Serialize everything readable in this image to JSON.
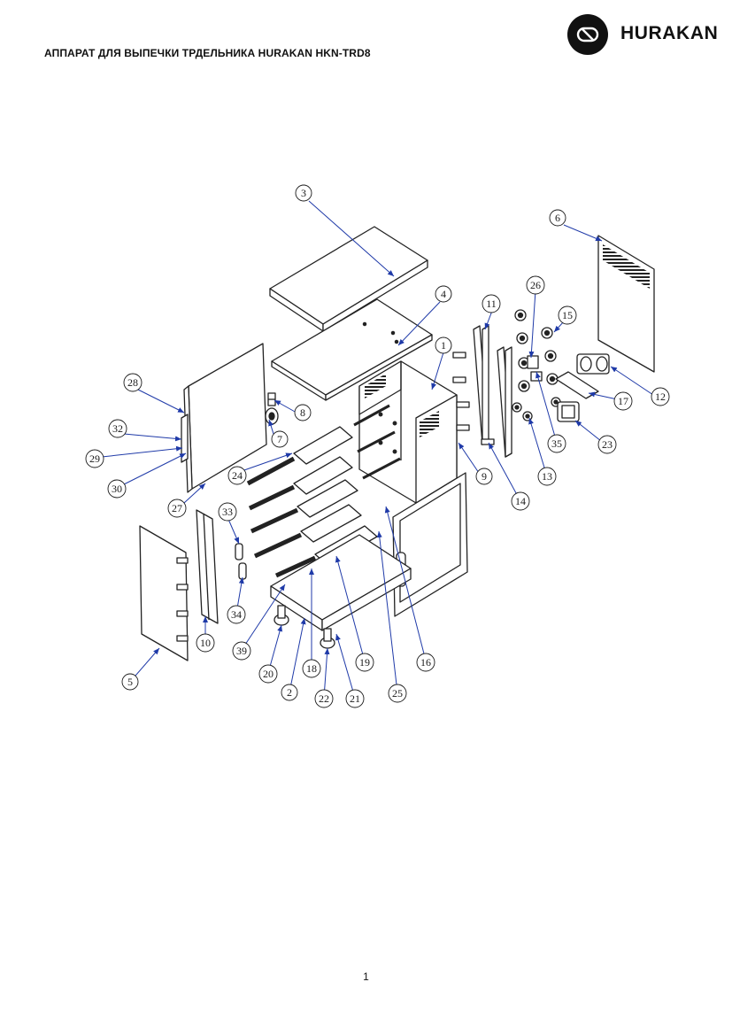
{
  "header": {
    "title": "АППАРАТ ДЛЯ ВЫПЕЧКИ ТРДЕЛЬНИКА HURAKAN HKN-TRD8",
    "brand_name": "HURAKAN",
    "logo_icon": "hurakan-logo-icon"
  },
  "diagram": {
    "callouts": [
      "1",
      "2",
      "3",
      "4",
      "5",
      "6",
      "7",
      "8",
      "9",
      "10",
      "11",
      "12",
      "13",
      "14",
      "15",
      "16",
      "17",
      "18",
      "19",
      "20",
      "21",
      "22",
      "23",
      "24",
      "25",
      "26",
      "27",
      "28",
      "29",
      "30",
      "32",
      "33",
      "34",
      "35",
      "39"
    ],
    "line_color": "#1f3aa8",
    "drawing_color": "#222222"
  },
  "footer": {
    "page_number": "1"
  }
}
